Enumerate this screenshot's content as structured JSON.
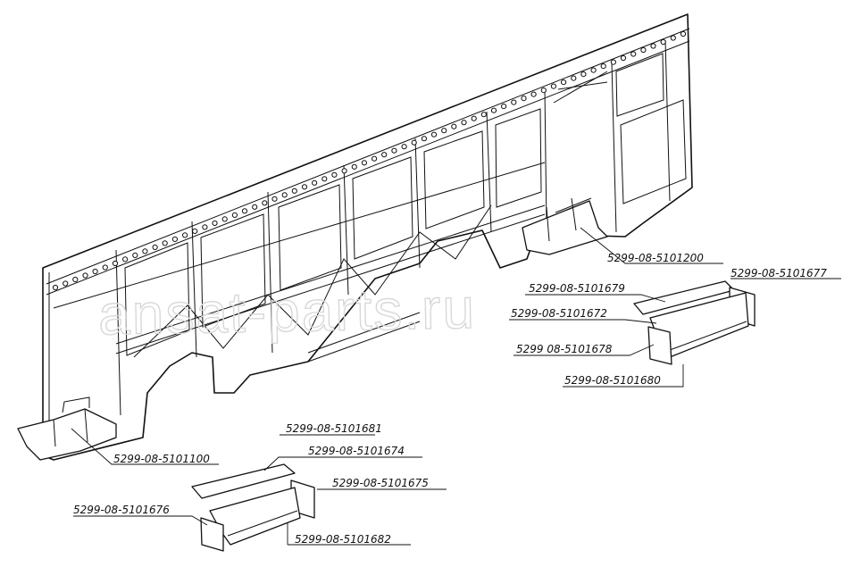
{
  "watermark": "ansat-parts.ru",
  "labels": {
    "p1101200": "5299-08-5101200",
    "p1101677": "5299-08-5101677",
    "p1101679": "5299-08-5101679",
    "p1101672": "5299-08-5101672",
    "p1101678": "5299 08-5101678",
    "p1101680": "5299-08-5101680",
    "p1101100": "5299-08-5101100",
    "p1101681": "5299-08-5101681",
    "p1101674": "5299-08-5101674",
    "p1101675": "5299-08-5101675",
    "p1101676": "5299-08-5101676",
    "p1101682": "5299-08-5101682"
  }
}
